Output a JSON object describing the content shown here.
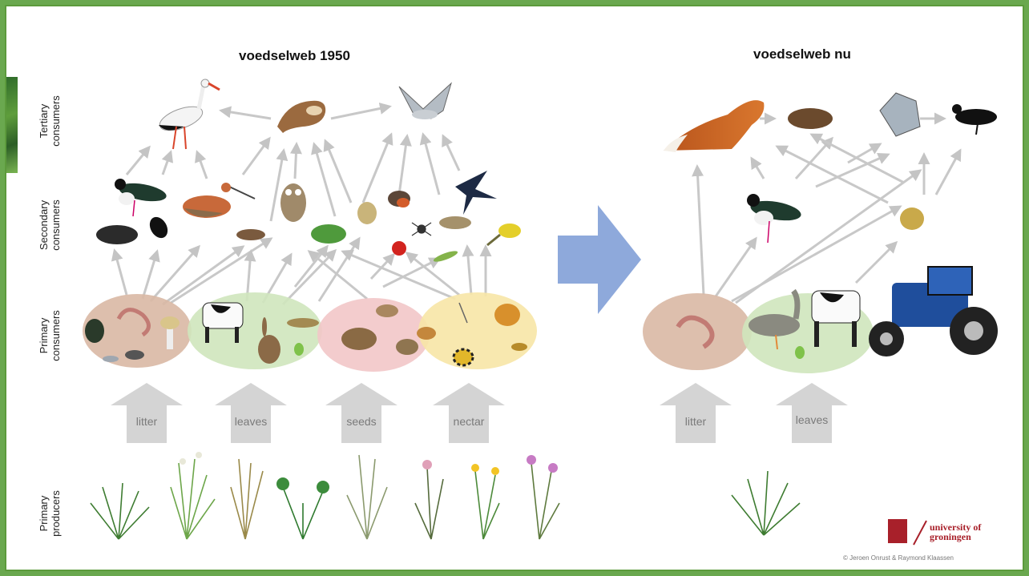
{
  "titles": {
    "left": "voedselweb 1950",
    "right": "voedselweb nu"
  },
  "levels": {
    "tertiary": "Tertiary\nconsumers",
    "secondary": "Secondary\nconsumers",
    "primary": "Primary\nconsumers",
    "producers": "Primary\nproducers"
  },
  "resources_1950": [
    "litter",
    "leaves",
    "seeds",
    "nectar"
  ],
  "resources_nu": [
    "litter",
    "leaves"
  ],
  "colors": {
    "litter": "#d9b8a4",
    "leaves": "#cfe5bd",
    "seeds": "#f2c6c8",
    "nectar": "#f7e6a6",
    "big_arrow": "#8ea9db",
    "grey_arrow": "#d4d4d4",
    "food_arrow": "#c8c8c8",
    "frame": "#6aa84f"
  },
  "footer": {
    "university_line1": "university of",
    "university_line2": "groningen",
    "credit": "© Jeroen Onrust & Raymond Klaassen"
  }
}
